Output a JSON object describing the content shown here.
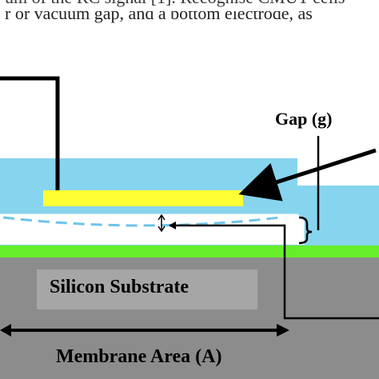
{
  "caption": {
    "line1": "um of the RC signal [1]. Recognise CMUT cells",
    "line2": "r or vacuum gap, and a bottom electrode, as"
  },
  "labels": {
    "gap": "Gap (g)",
    "substrate": "Silicon Substrate",
    "membrane_area": "Membrane Area (A)"
  },
  "colors": {
    "membrane_blue": "#87d4ee",
    "top_electrode_yellow": "#ffff33",
    "bottom_electrode_green": "#66ee2a",
    "substrate_gray": "#8c8c8c",
    "substrate_inner_gray": "#a6a6a6",
    "cavity_dash_blue": "#6cc4e8"
  }
}
